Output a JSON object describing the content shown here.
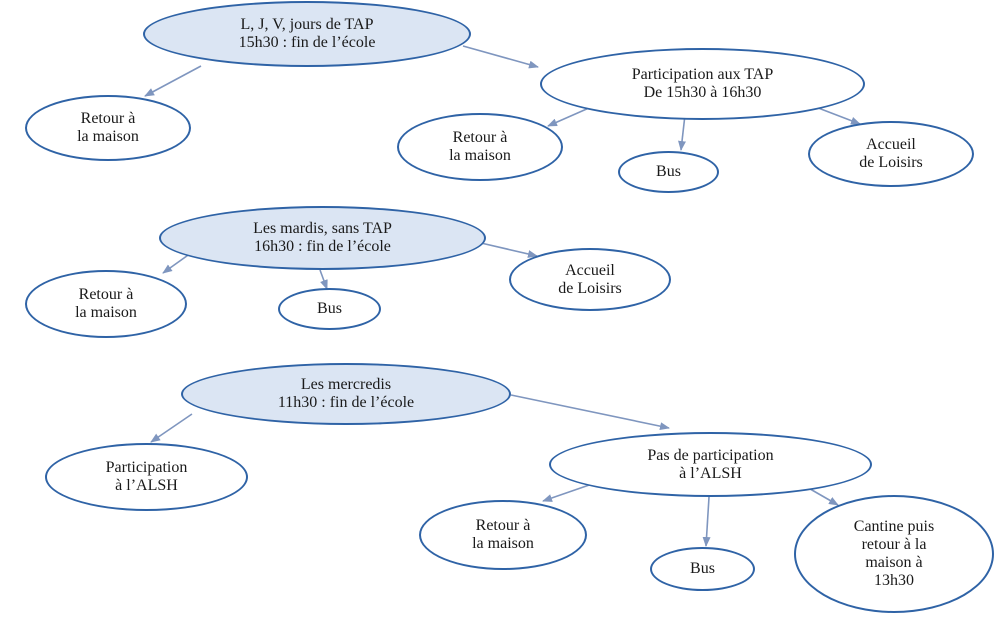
{
  "diagram": {
    "colors": {
      "outline": "#2f63a6",
      "root_fill": "#dbe5f3",
      "node_fill": "#ffffff",
      "edge": "#7f96bf",
      "text": "#1a1a1a"
    },
    "nodes": {
      "jours_tap": "L, J, V, jours de TAP\n15h30 : fin de l’école",
      "retour_1": "Retour à\nla maison",
      "participation_tap": "Participation aux TAP\nDe 15h30 à 16h30",
      "retour_2": "Retour à\nla maison",
      "bus_1": "Bus",
      "accueil_1": "Accueil\nde Loisirs",
      "mardis": "Les mardis, sans TAP\n16h30 : fin de l’école",
      "retour_3": "Retour à\nla maison",
      "bus_2": "Bus",
      "accueil_2": "Accueil\nde Loisirs",
      "mercredis": "Les mercredis\n11h30 : fin de l’école",
      "participation_alsh": "Participation\nà l’ALSH",
      "pas_participation": "Pas de participation\nà l’ALSH",
      "retour_4": "Retour à\nla maison",
      "bus_3": "Bus",
      "cantine": "Cantine puis\nretour à la\nmaison à\n13h30"
    },
    "edges": [
      {
        "from": "jours_tap",
        "to": "retour_1"
      },
      {
        "from": "jours_tap",
        "to": "participation_tap"
      },
      {
        "from": "participation_tap",
        "to": "retour_2"
      },
      {
        "from": "participation_tap",
        "to": "bus_1"
      },
      {
        "from": "participation_tap",
        "to": "accueil_1"
      },
      {
        "from": "mardis",
        "to": "retour_3"
      },
      {
        "from": "mardis",
        "to": "bus_2"
      },
      {
        "from": "mardis",
        "to": "accueil_2"
      },
      {
        "from": "mercredis",
        "to": "participation_alsh"
      },
      {
        "from": "mercredis",
        "to": "pas_participation"
      },
      {
        "from": "pas_participation",
        "to": "retour_4"
      },
      {
        "from": "pas_participation",
        "to": "bus_3"
      },
      {
        "from": "pas_participation",
        "to": "cantine"
      }
    ]
  }
}
